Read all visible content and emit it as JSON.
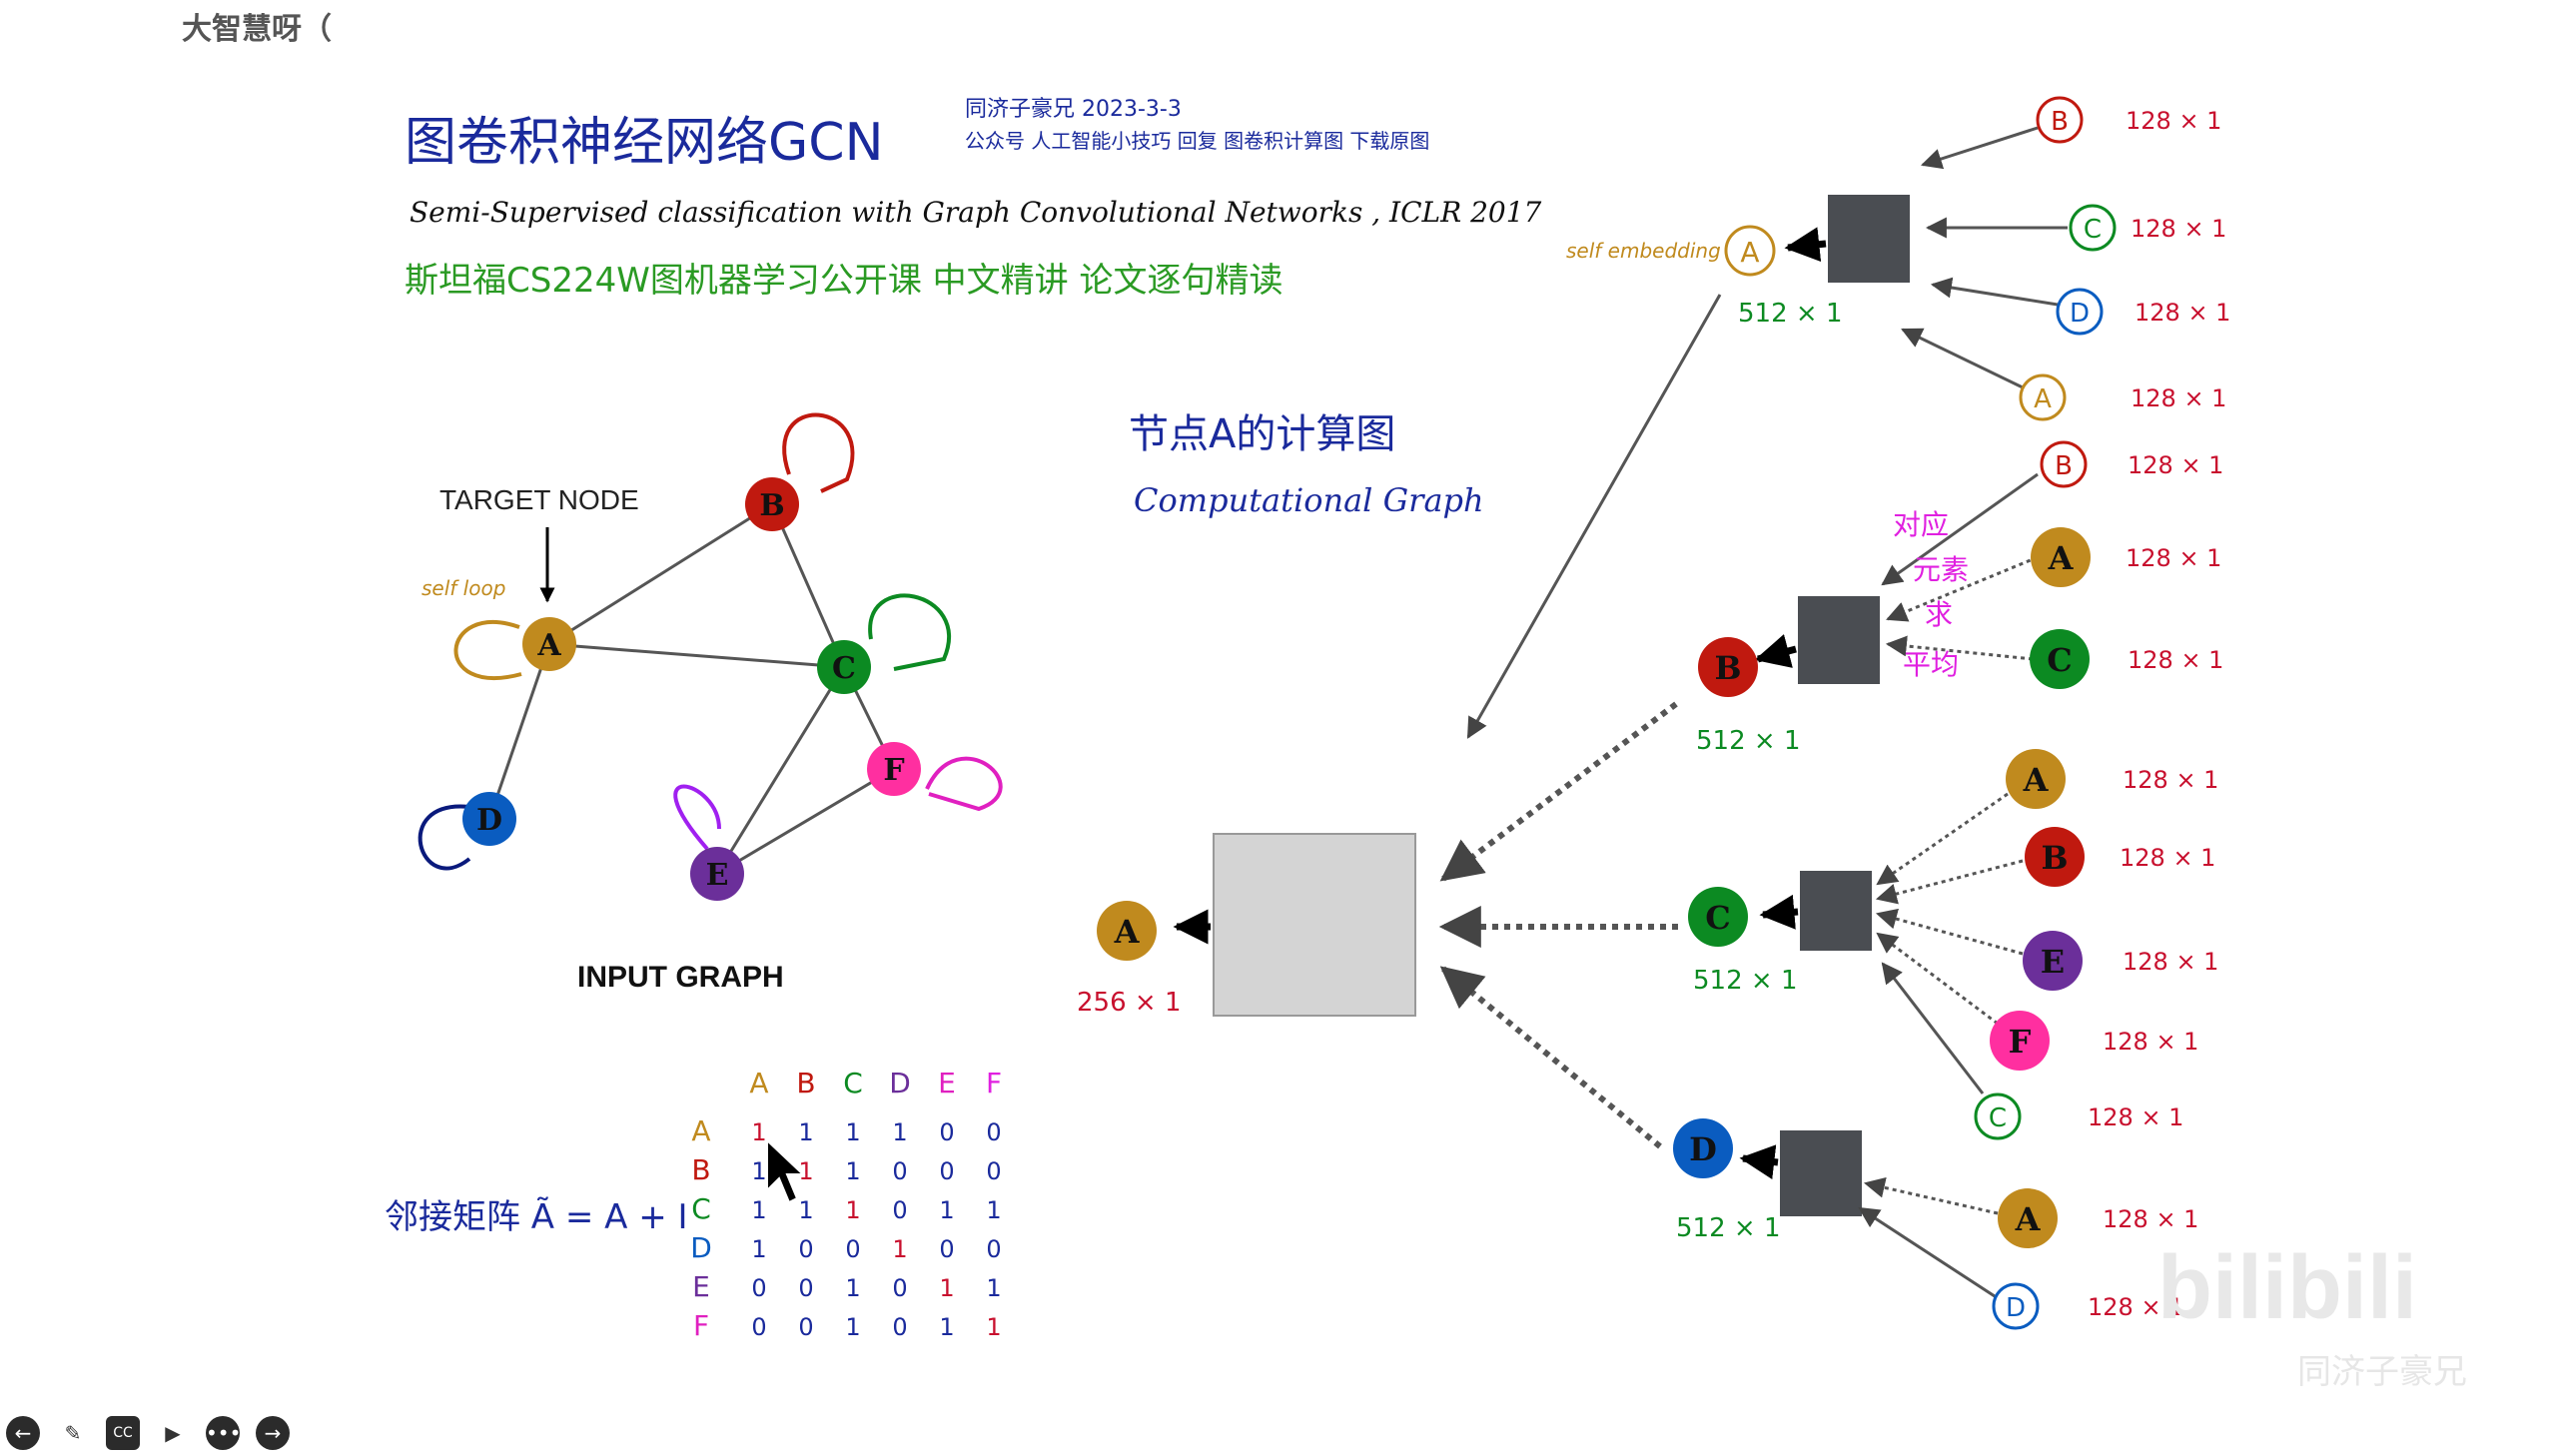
{
  "uploader": "大智慧呀（",
  "header": {
    "title": "图卷积神经网络GCN",
    "author_line": "同济子豪兄  2023-3-3",
    "wechat_line": "公众号 人工智能小技巧 回复 图卷积计算图 下载原图",
    "paper": "Semi-Supervised classification with Graph Convolutional Networks , ICLR 2017",
    "course": "斯坦福CS224W图机器学习公开课  中文精讲  论文逐句精读"
  },
  "input_graph": {
    "target_label": "TARGET NODE",
    "self_loop_label": "self loop",
    "caption": "INPUT GRAPH",
    "nodes": {
      "A": "A",
      "B": "B",
      "C": "C",
      "D": "D",
      "E": "E",
      "F": "F"
    }
  },
  "matrix": {
    "label": "邻接矩阵 Ã = A + I",
    "cols": [
      "A",
      "B",
      "C",
      "D",
      "E",
      "F"
    ],
    "rows": [
      {
        "name": "A",
        "cells": [
          "1",
          "1",
          "1",
          "1",
          "0",
          "0"
        ]
      },
      {
        "name": "B",
        "cells": [
          "1",
          "1",
          "1",
          "0",
          "0",
          "0"
        ]
      },
      {
        "name": "C",
        "cells": [
          "1",
          "1",
          "1",
          "0",
          "1",
          "1"
        ]
      },
      {
        "name": "D",
        "cells": [
          "1",
          "0",
          "0",
          "1",
          "0",
          "0"
        ]
      },
      {
        "name": "E",
        "cells": [
          "0",
          "0",
          "1",
          "0",
          "1",
          "1"
        ]
      },
      {
        "name": "F",
        "cells": [
          "0",
          "0",
          "1",
          "0",
          "1",
          "1"
        ]
      }
    ]
  },
  "computational_graph": {
    "title_cn": "节点A的计算图",
    "title_en": "Computational Graph",
    "self_embedding": "self embedding",
    "annot": [
      "对应",
      "元素",
      "求",
      "平均"
    ],
    "dims": {
      "d128": "128 × 1",
      "d512": "512 × 1",
      "d256": "256 × 1"
    },
    "letters": {
      "A": "A",
      "B": "B",
      "C": "C",
      "D": "D",
      "E": "E",
      "F": "F"
    }
  },
  "colors": {
    "A": "#c08a1e",
    "B": "#c0190f",
    "C": "#0c8a22",
    "D": "#0a5cc0",
    "E": "#6b2f9a",
    "F": "#ff2fa0",
    "dim": "#c8102e",
    "box": "#4a4d52"
  },
  "toolbar": {
    "icons": [
      "arrow-left-icon",
      "pen-icon",
      "cc-icon",
      "camera-icon",
      "more-icon",
      "arrow-right-icon"
    ]
  },
  "watermark": "同济子豪兄"
}
